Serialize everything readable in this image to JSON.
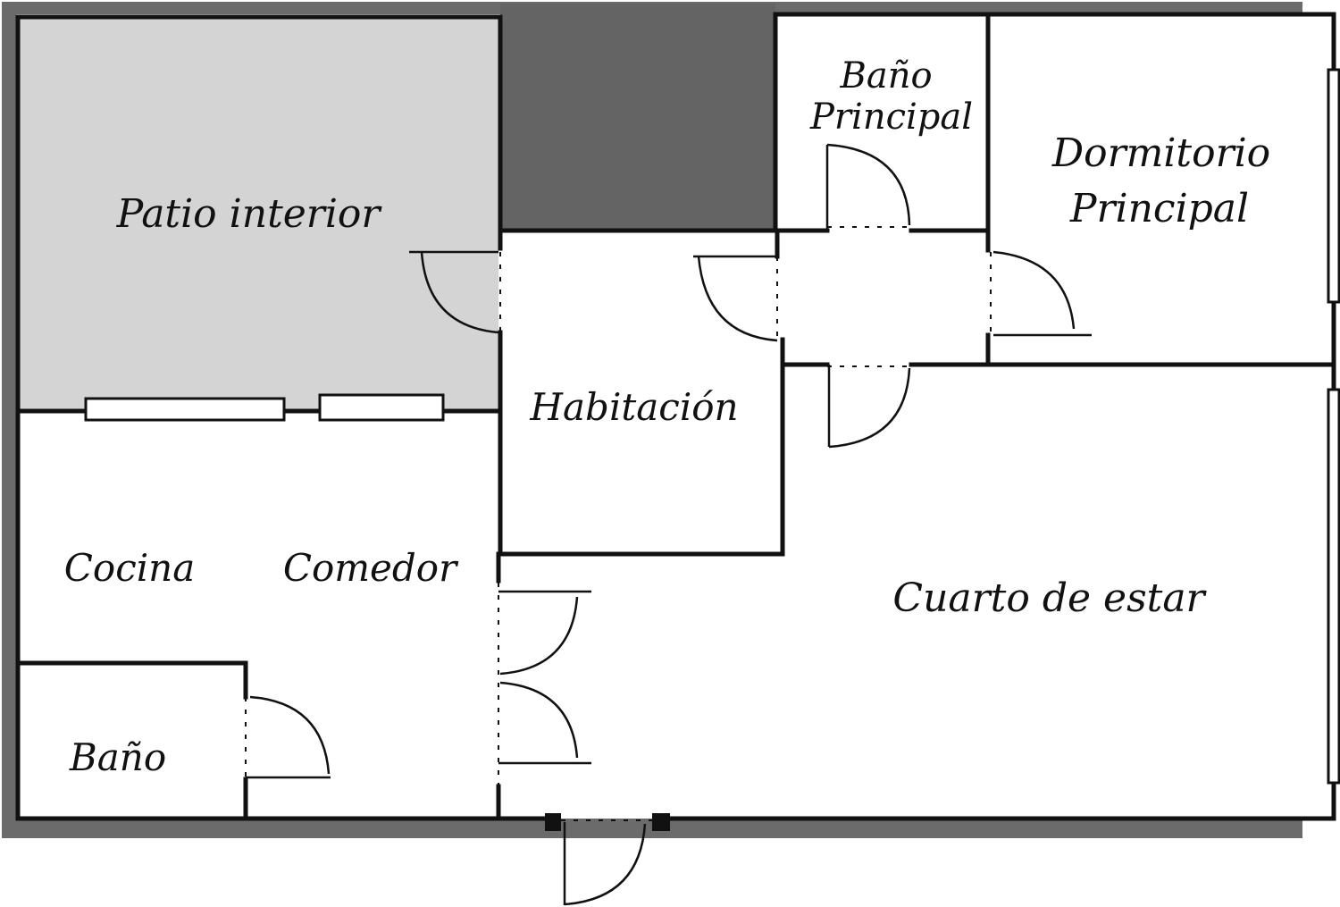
{
  "rooms": {
    "patio": "Patio interior",
    "bano_principal_1": "Baño",
    "bano_principal_2": "Principal",
    "dormitorio_1": "Dormitorio",
    "dormitorio_2": "Principal",
    "habitacion": "Habitación",
    "cocina": "Cocina",
    "comedor": "Comedor",
    "cuarto_estar": "Cuarto de estar",
    "bano": "Baño"
  },
  "colors": {
    "shadow": "#6b6b6b",
    "patio_fill": "#d4d4d4",
    "dark_void": "#646464",
    "wall": "#111111",
    "window": "#ffffff"
  }
}
